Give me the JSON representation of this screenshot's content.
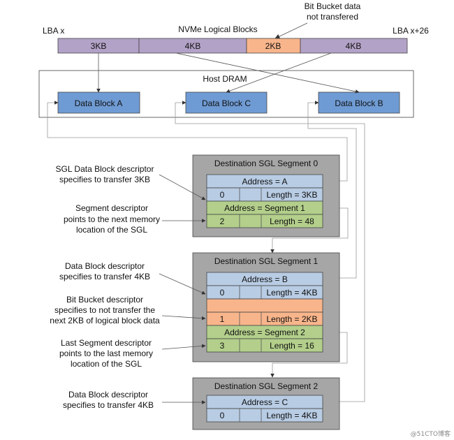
{
  "lba_start": "LBA x",
  "lba_end": "LBA x+26",
  "nvme_title": "NVMe Logical Blocks",
  "bit_bucket_note": [
    "Bit Bucket data",
    "not transfered"
  ],
  "nvme_blocks": [
    "3KB",
    "4KB",
    "2KB",
    "4KB"
  ],
  "host_dram": {
    "title": "Host DRAM",
    "blocks": [
      "Data Block A",
      "Data Block C",
      "Data Block B"
    ]
  },
  "segments": [
    {
      "title": "Destination SGL Segment 0",
      "rows": {
        "addr1": "Address = A",
        "r1_c1": "0",
        "r1_len": "Length = 3KB",
        "addr2": "Address = Segment 1",
        "r2_c1": "2",
        "r2_len": "Length = 48"
      }
    },
    {
      "title": "Destination SGL Segment 1",
      "rows": {
        "addr1": "Address = B",
        "r1_c1": "0",
        "r1_len": "Length = 4KB",
        "r2_c1": "1",
        "r2_len": "Length = 2KB",
        "addr3": "Address = Segment 2",
        "r3_c1": "3",
        "r3_len": "Length = 16"
      }
    },
    {
      "title": "Destination SGL Segment 2",
      "rows": {
        "addr1": "Address = C",
        "r1_c1": "0",
        "r1_len": "Length = 4KB"
      }
    }
  ],
  "annotations": {
    "a1": [
      "SGL Data Block descriptor",
      "specifies to transfer 3KB"
    ],
    "a2": [
      "Segment descriptor",
      "points to the next memory",
      "location of the SGL"
    ],
    "a3": [
      "Data Block descriptor",
      "specifies to transfer 4KB"
    ],
    "a4": [
      "Bit Bucket descriptor",
      "specifies to not transfer the",
      "next 2KB of logical block data"
    ],
    "a5": [
      "Last Segment descriptor",
      "points to the last memory",
      "location of the SGL"
    ],
    "a6": [
      "Data Block descriptor",
      "specifies to transfer 4KB"
    ]
  },
  "watermark": "@51CTO博客",
  "colors": {
    "purple": "#b3a2c7",
    "orange": "#f8b58b",
    "blue": "#8fb0d9",
    "dram_block": "#6f9bd4",
    "green": "#b3cf8b",
    "segment_bg": "#a6a6a6"
  }
}
